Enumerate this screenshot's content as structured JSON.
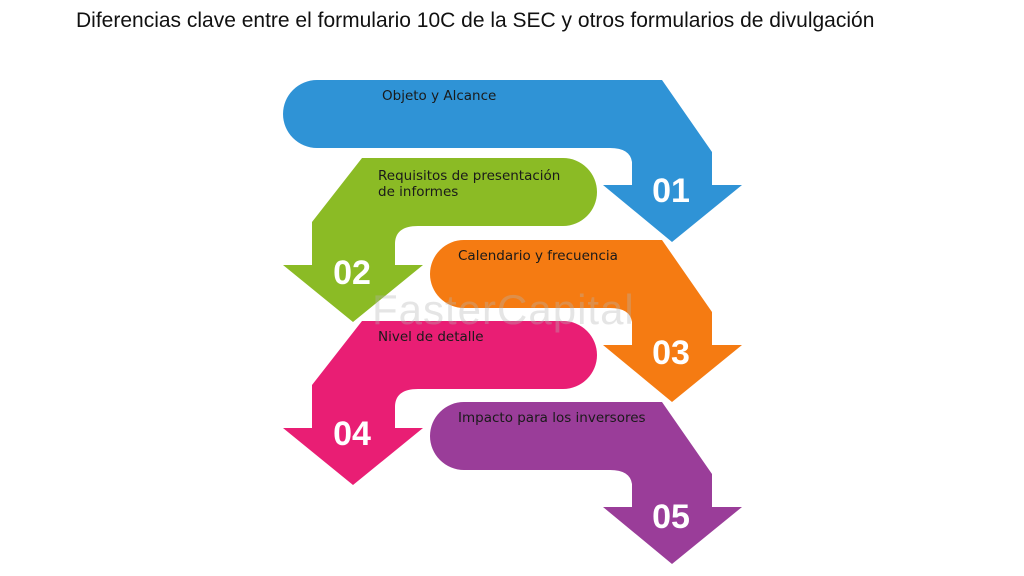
{
  "title": "Diferencias clave entre el formulario 10C de la SEC y otros formularios de divulgación",
  "watermark": "FasterCapital",
  "steps": [
    {
      "number": "01",
      "label": "Objeto y Alcance",
      "color": "#2f93d6"
    },
    {
      "number": "02",
      "label": "Requisitos de presentación de informes",
      "color": "#8bbb25"
    },
    {
      "number": "03",
      "label": "Calendario y frecuencia",
      "color": "#f57b12"
    },
    {
      "number": "04",
      "label": "Nivel de detalle",
      "color": "#e91e74"
    },
    {
      "number": "05",
      "label": "Impacto para los inversores",
      "color": "#9a3d99"
    }
  ]
}
